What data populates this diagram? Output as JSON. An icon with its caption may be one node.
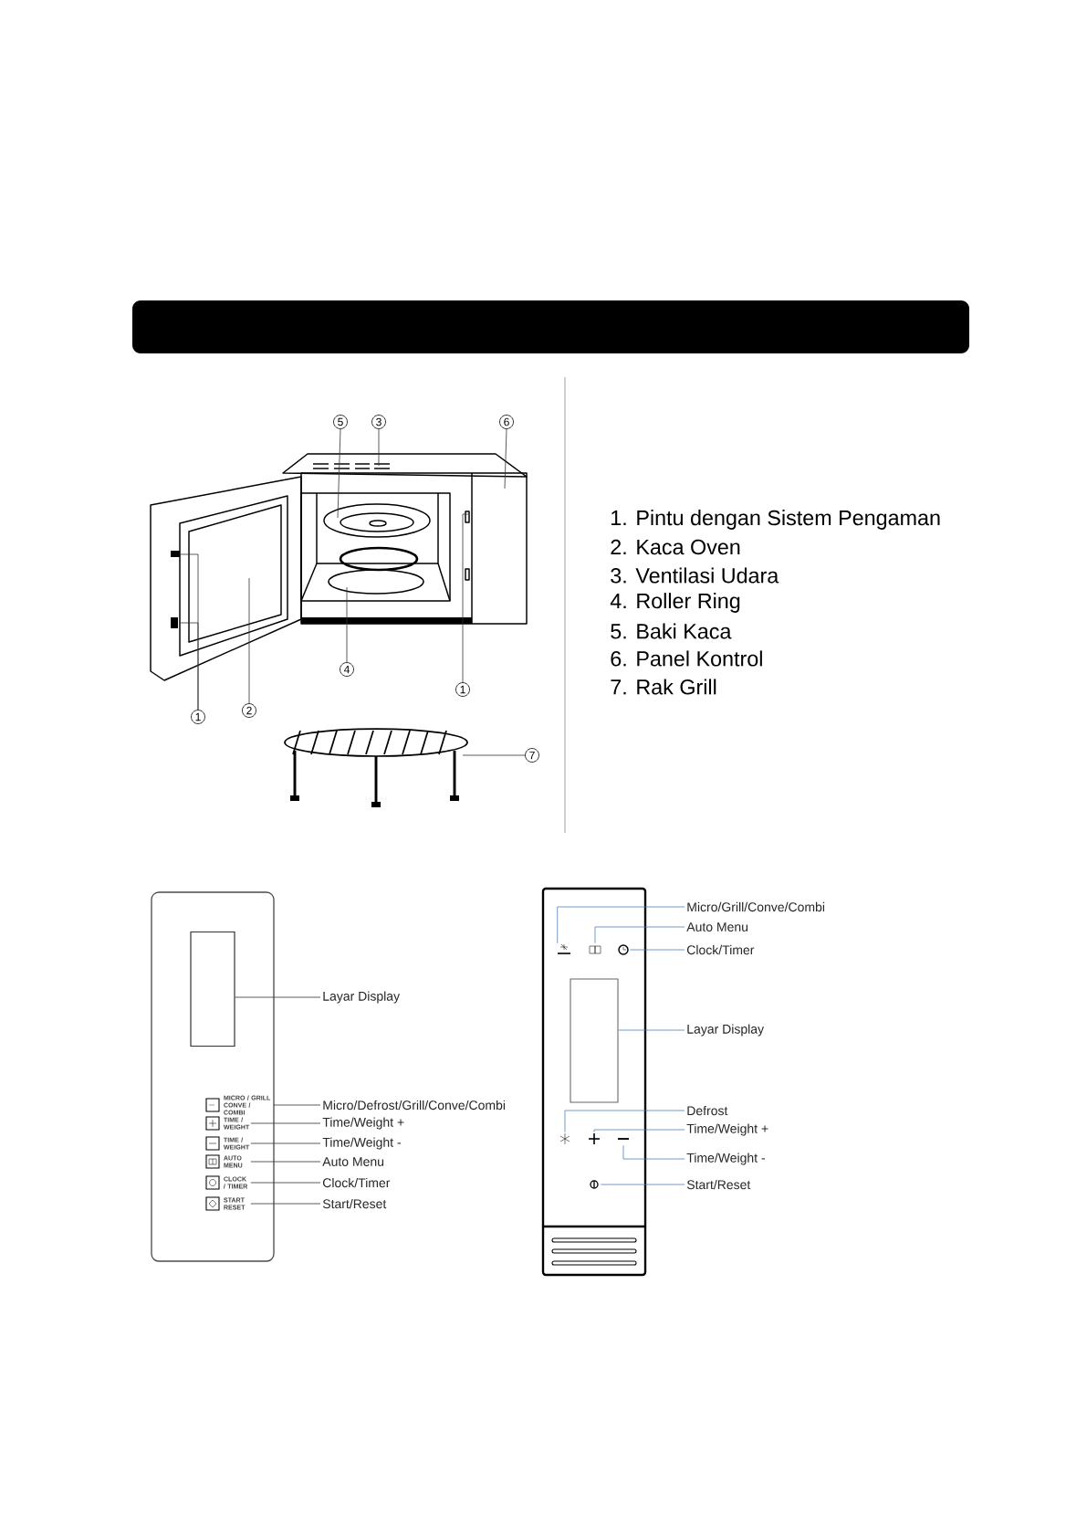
{
  "diagram": {
    "nodes": [
      {
        "text": [
          "5"
        ]
      },
      {
        "text": [
          "3"
        ]
      },
      {
        "text": [
          "6"
        ]
      },
      {
        "text": [
          "4"
        ]
      },
      {
        "text": [
          "1"
        ]
      },
      {
        "text": [
          "2"
        ]
      },
      {
        "text": [
          "1"
        ]
      },
      {
        "text": [
          "7"
        ]
      },
      {
        "text": [],
        "shape": "box"
      },
      {
        "text": [],
        "shape": "box",
        "in": 8
      },
      {
        "text": [
          "MICRO / GRILL CONVE / COMBI"
        ],
        "in": 8
      },
      {
        "text": [
          "TIME / WEIGHT"
        ],
        "in": 8
      },
      {
        "text": [
          "TIME / WEIGHT"
        ],
        "in": 8
      },
      {
        "text": [
          "AUTO MENU"
        ],
        "in": 8
      },
      {
        "text": [
          "CLOCK / TIMER"
        ],
        "in": 8
      },
      {
        "text": [
          "START RESET"
        ],
        "in": 8
      },
      {
        "text": [
          "Layar Display"
        ]
      },
      {
        "text": [
          "Micro/Defrost/Grill/Conve/Combi"
        ]
      },
      {
        "text": [
          "Time/Weight +"
        ]
      },
      {
        "text": [
          "Time/Weight -"
        ]
      },
      {
        "text": [
          "Auto Menu"
        ]
      },
      {
        "text": [
          "Clock/Timer"
        ]
      },
      {
        "text": [
          "Start/Reset"
        ]
      },
      {
        "text": [],
        "shape": "box"
      },
      {
        "text": [],
        "shape": "fan",
        "in": 23
      },
      {
        "text": [],
        "shape": "book",
        "in": 23
      },
      {
        "text": [],
        "shape": "clock",
        "in": 23
      },
      {
        "text": [],
        "shape": "box",
        "in": 23
      },
      {
        "text": [],
        "shape": "snowflake",
        "in": 23
      },
      {
        "text": [],
        "shape": "plus",
        "in": 23
      },
      {
        "text": [],
        "shape": "minus",
        "in": 23
      },
      {
        "text": [],
        "shape": "power",
        "in": 23
      },
      {
        "text": [
          "Micro/Grill/Conve/Combi"
        ]
      },
      {
        "text": [
          "Auto Menu"
        ]
      },
      {
        "text": [
          "Clock/Timer"
        ]
      },
      {
        "text": [
          "Layar Display"
        ]
      },
      {
        "text": [
          "Defrost"
        ]
      },
      {
        "text": [
          "Time/Weight +"
        ]
      },
      {
        "text": [
          "Time/Weight -"
        ]
      },
      {
        "text": [
          "Start/Reset"
        ]
      }
    ],
    "edges": [
      {
        "from": 0,
        "to": null,
        "arrow": "none"
      },
      {
        "from": 1,
        "to": null,
        "arrow": "none"
      },
      {
        "from": 2,
        "to": null,
        "arrow": "none"
      },
      {
        "from": 3,
        "to": null,
        "arrow": "none"
      },
      {
        "from": 4,
        "to": null,
        "arrow": "none"
      },
      {
        "from": 5,
        "to": null,
        "arrow": "none"
      },
      {
        "from": 6,
        "to": null,
        "arrow": "none"
      },
      {
        "from": 6,
        "to": null,
        "arrow": "none"
      },
      {
        "from": 7,
        "to": null,
        "arrow": "none"
      },
      {
        "from": 16,
        "to": 9,
        "arrow": "none"
      },
      {
        "from": 17,
        "to": 10,
        "arrow": "none"
      },
      {
        "from": 18,
        "to": 11,
        "arrow": "none"
      },
      {
        "from": 19,
        "to": 12,
        "arrow": "none"
      },
      {
        "from": 20,
        "to": 13,
        "arrow": "none"
      },
      {
        "from": 21,
        "to": 14,
        "arrow": "none"
      },
      {
        "from": 22,
        "to": 15,
        "arrow": "none"
      },
      {
        "from": 32,
        "to": 24,
        "arrow": "none",
        "color": "#4f81bd"
      },
      {
        "from": 33,
        "to": 25,
        "arrow": "none",
        "color": "#4f81bd"
      },
      {
        "from": 34,
        "to": 26,
        "arrow": "none",
        "color": "#4f81bd"
      },
      {
        "from": 35,
        "to": 27,
        "arrow": "none",
        "color": "#4f81bd"
      },
      {
        "from": 36,
        "to": 28,
        "arrow": "none",
        "color": "#4f81bd"
      },
      {
        "from": 37,
        "to": 29,
        "arrow": "none",
        "color": "#4f81bd"
      },
      {
        "from": 38,
        "to": 30,
        "arrow": "none",
        "color": "#4f81bd"
      },
      {
        "from": 39,
        "to": 31,
        "arrow": "none",
        "color": "#4f81bd"
      }
    ],
    "labels": [
      "1. Pintu dengan Sistem Pengaman",
      "2. Kaca Oven",
      "3. Ventilasi Udara",
      "4. Roller Ring",
      "5. Baki Kaca",
      "6. Panel Kontrol",
      "7. Rak Grill"
    ]
  }
}
